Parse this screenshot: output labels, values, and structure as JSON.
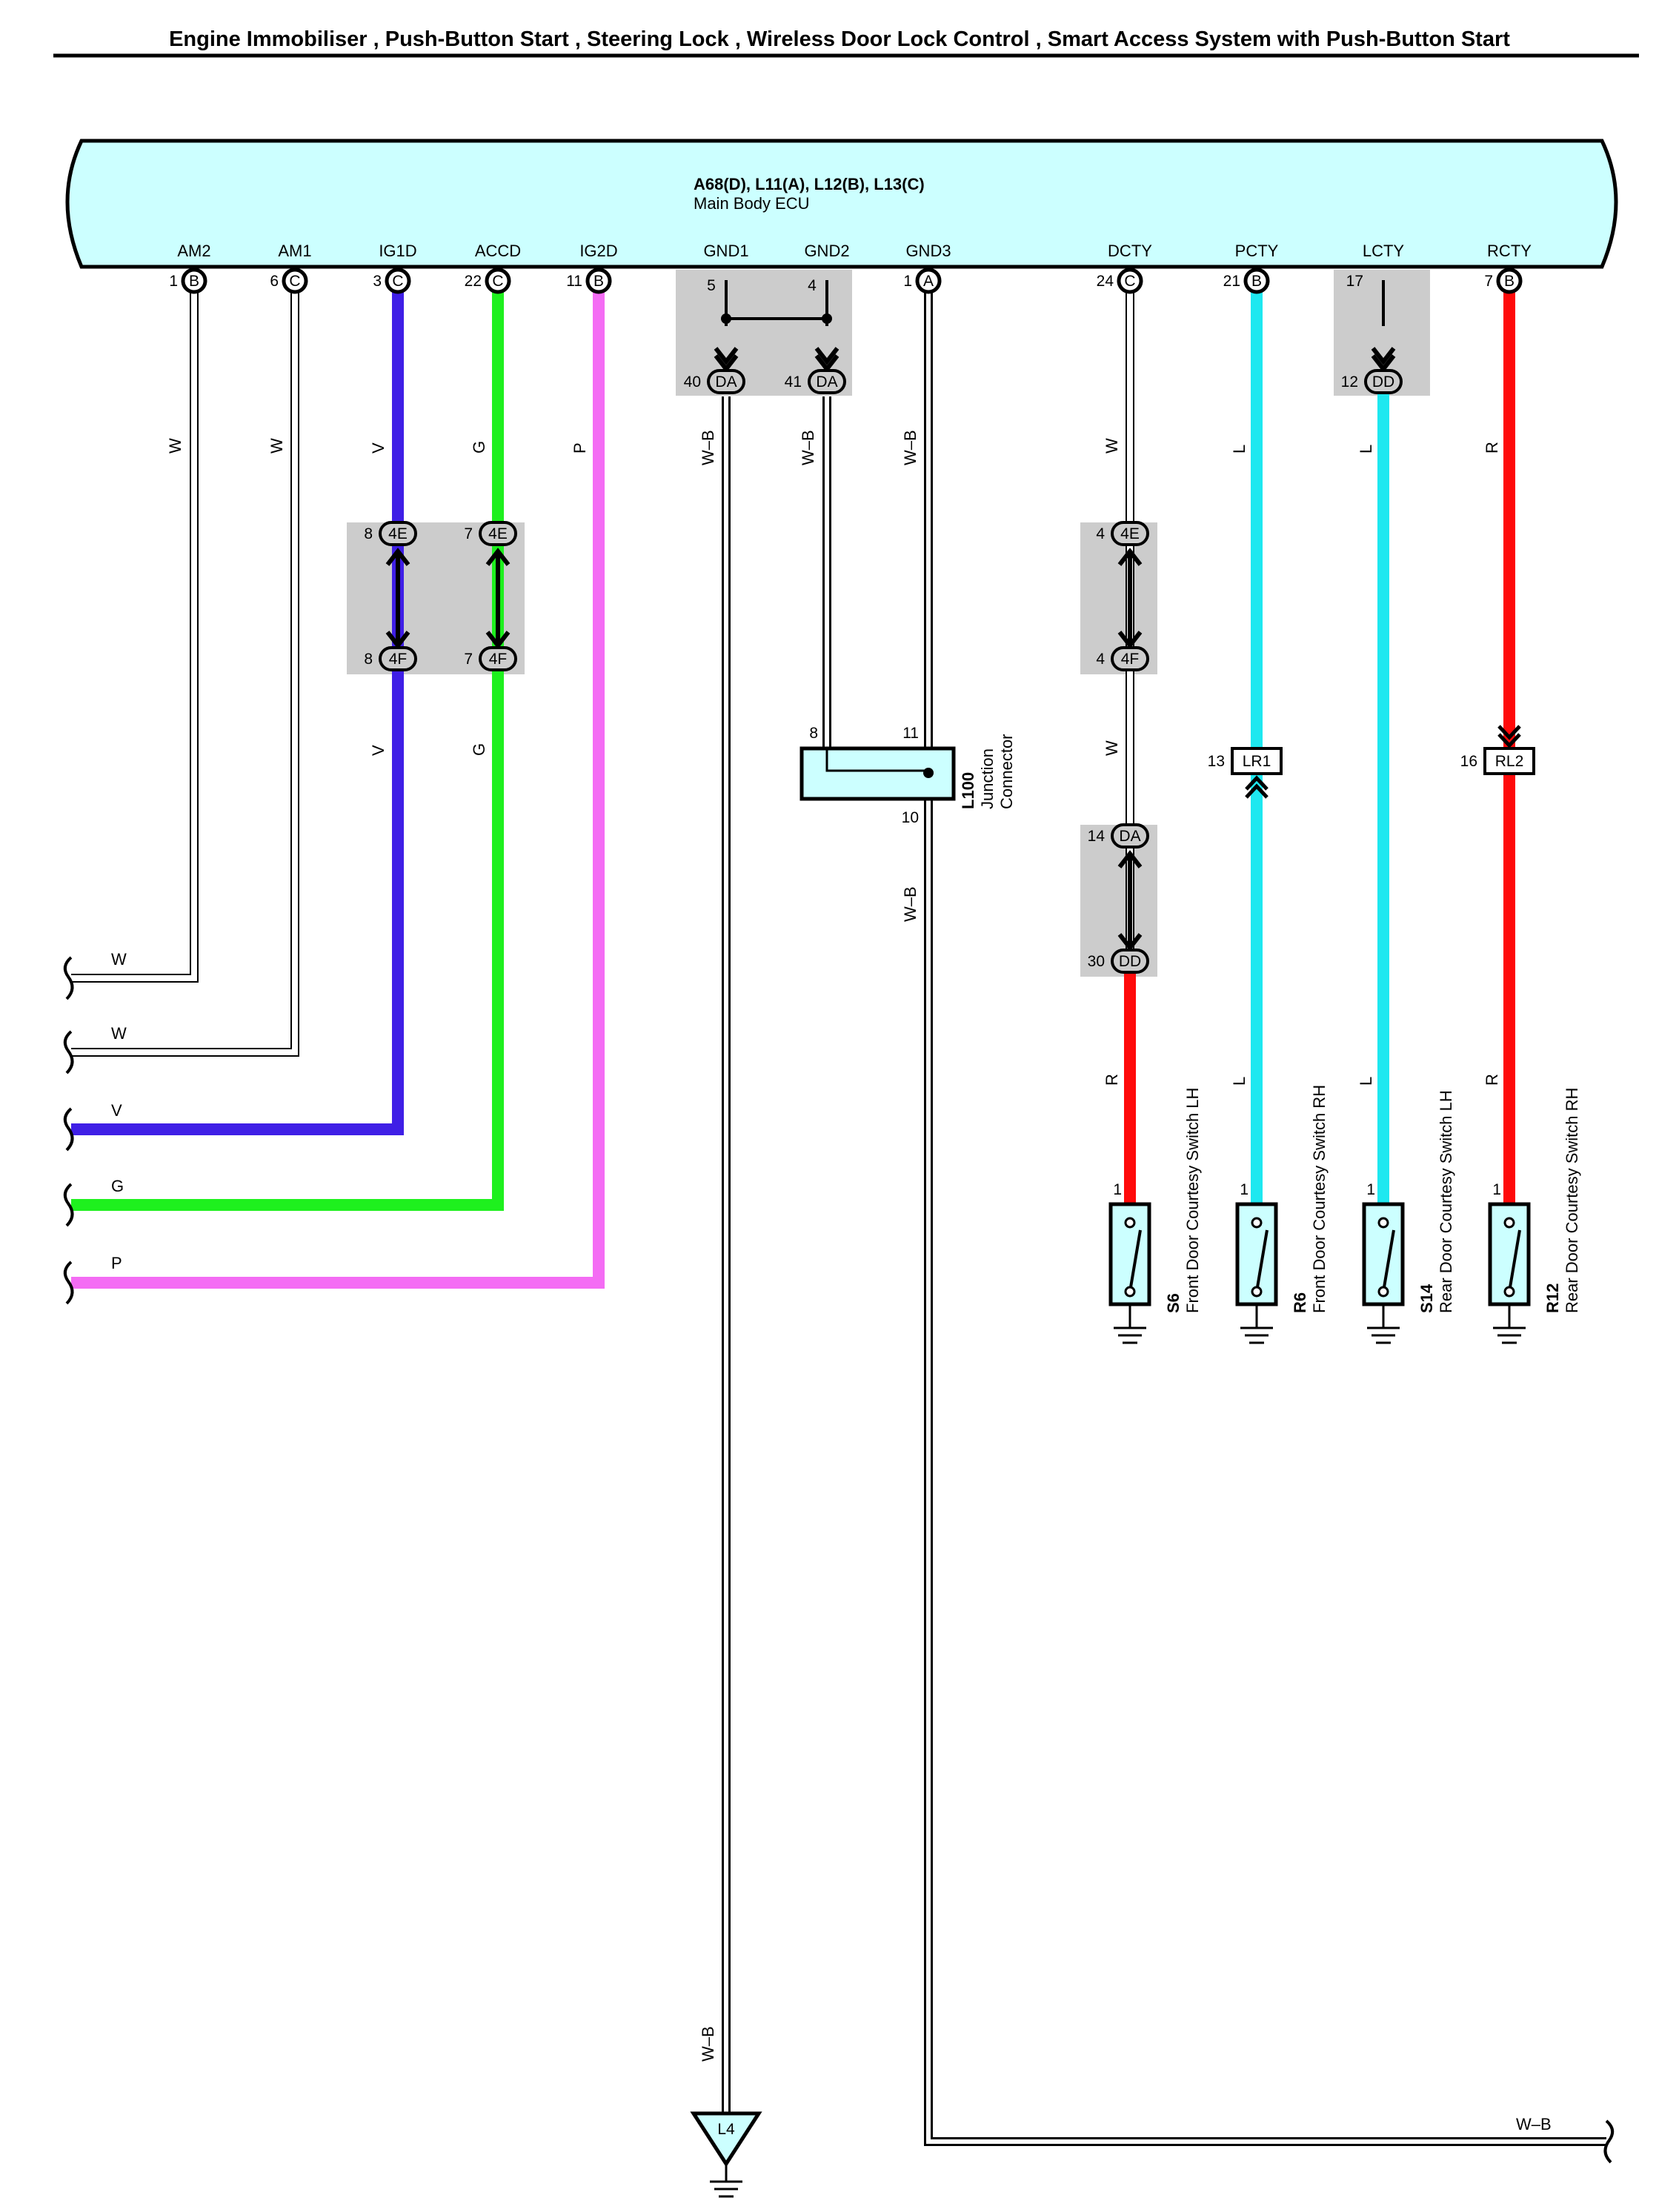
{
  "title": "Engine Immobiliser , Push-Button Start , Steering Lock , Wireless Door Lock Control , Smart Access System with Push-Button Start",
  "ecu": {
    "connectors": "A68(D), L11(A), L12(B), L13(C)",
    "name": "Main Body ECU",
    "fill": "#ccffff",
    "terminals": [
      {
        "name": "AM2",
        "pin": "1",
        "conn": "B"
      },
      {
        "name": "AM1",
        "pin": "6",
        "conn": "C"
      },
      {
        "name": "IG1D",
        "pin": "3",
        "conn": "C"
      },
      {
        "name": "ACCD",
        "pin": "22",
        "conn": "C"
      },
      {
        "name": "IG2D",
        "pin": "11",
        "conn": "B"
      },
      {
        "name": "GND1",
        "pin": "",
        "conn": ""
      },
      {
        "name": "GND2",
        "pin": "",
        "conn": ""
      },
      {
        "name": "GND3",
        "pin": "1",
        "conn": "A"
      },
      {
        "name": "DCTY",
        "pin": "24",
        "conn": "C"
      },
      {
        "name": "PCTY",
        "pin": "21",
        "conn": "B"
      },
      {
        "name": "LCTY",
        "pin": "17",
        "conn": ""
      },
      {
        "name": "RCTY",
        "pin": "7",
        "conn": "B"
      }
    ]
  },
  "wire_codes": {
    "am2": "W",
    "am1": "W",
    "ig1d": "V",
    "accd": "G",
    "ig2d": "P",
    "gnd1": "W–B",
    "gnd2": "W–B",
    "gnd3": "W–B",
    "dcty": "W",
    "pcty": "L",
    "lcty": "L",
    "rcty": "R",
    "ig1d_lower": "V",
    "accd_lower": "G",
    "dcty_mid": "W",
    "gnd3_lower": "W–B",
    "dcty_lower": "R",
    "pcty_lower": "L",
    "lcty_lower": "L",
    "rcty_lower": "R",
    "gnd1_bottom": "W–B",
    "ground_bus": "W–B",
    "left_w1": "W",
    "left_w2": "W",
    "left_v": "V",
    "left_g": "G",
    "left_p": "P"
  },
  "colors": {
    "white": "#ffffff",
    "violet": "#3f1fe6",
    "green": "#1ef01e",
    "pink": "#f46cf4",
    "blue": "#1ee8f0",
    "red": "#ff0a0a",
    "shade": "#cccccc"
  },
  "gnd_connector": {
    "pin5": "5",
    "pin4": "4",
    "pin40": "40",
    "pin41": "41",
    "conn": "DA"
  },
  "lcty_connector": {
    "pin": "12",
    "conn": "DD"
  },
  "connector_4e_4f": {
    "ig1d_top_pin": "8",
    "accd_top_pin": "7",
    "top_conn": "4E",
    "ig1d_bot_pin": "8",
    "accd_bot_pin": "7",
    "bot_conn": "4F"
  },
  "dcty_connectors": {
    "top_pin": "4",
    "top_conn": "4E",
    "bot_pin": "4",
    "bot_conn": "4F",
    "da_pin": "14",
    "da_conn": "DA",
    "dd_pin": "30",
    "dd_conn": "DD"
  },
  "junction": {
    "code": "L100",
    "line1": "Junction",
    "line2": "Connector",
    "pin8": "8",
    "pin11": "11",
    "pin10": "10"
  },
  "inline_connectors": {
    "lr1": {
      "pin": "13",
      "name": "LR1"
    },
    "rl2": {
      "pin": "16",
      "name": "RL2"
    }
  },
  "switches": [
    {
      "pin": "1",
      "code": "S6",
      "name": "Front Door Courtesy Switch LH"
    },
    {
      "pin": "1",
      "code": "R6",
      "name": "Front Door Courtesy Switch RH"
    },
    {
      "pin": "1",
      "code": "S14",
      "name": "Rear Door Courtesy Switch LH"
    },
    {
      "pin": "1",
      "code": "R12",
      "name": "Rear Door Courtesy Switch RH"
    }
  ],
  "ground_point": "L4"
}
